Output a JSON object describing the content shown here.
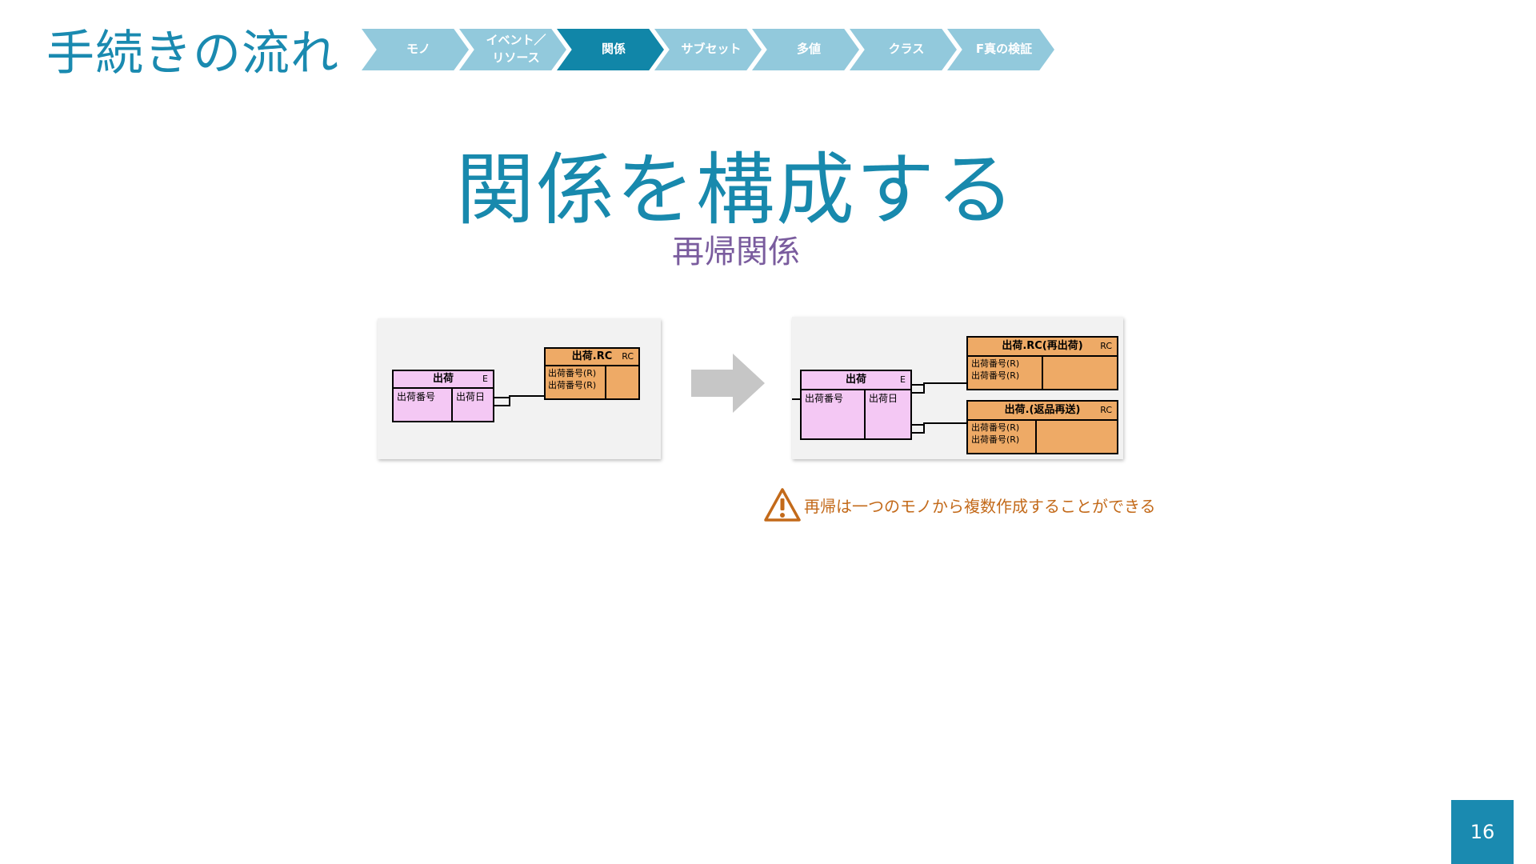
{
  "header": {
    "title": "手続きの流れ"
  },
  "steps": [
    {
      "label": "モノ",
      "active": false
    },
    {
      "label": "イベント／\nリソース",
      "active": false
    },
    {
      "label": "関係",
      "active": true
    },
    {
      "label": "サブセット",
      "active": false
    },
    {
      "label": "多値",
      "active": false
    },
    {
      "label": "クラス",
      "active": false
    },
    {
      "label": "F真の検証",
      "active": false
    }
  ],
  "colors": {
    "step_inactive": "#92c9dc",
    "step_active": "#1186a8",
    "accent": "#1a8ab0"
  },
  "main": {
    "title": "関係を構成する",
    "subtitle": "再帰関係"
  },
  "diagram_before": {
    "entity": {
      "name": "出荷",
      "tag": "E",
      "key": "出荷番号",
      "attr": "出荷日"
    },
    "rc": {
      "name": "出荷.RC",
      "tag": "RC",
      "fields": "出荷番号(R)\n出荷番号(R)"
    }
  },
  "diagram_after": {
    "entity": {
      "name": "出荷",
      "tag": "E",
      "key": "出荷番号",
      "attr": "出荷日"
    },
    "rc1": {
      "name": "出荷.RC(再出荷)",
      "tag": "RC",
      "fields": "出荷番号(R)\n出荷番号(R)"
    },
    "rc2": {
      "name": "出荷.(返品再送)",
      "tag": "RC",
      "fields": "出荷番号(R)\n出荷番号(R)"
    }
  },
  "note": {
    "text": "再帰は一つのモノから複数作成することができる",
    "icon": "warning-icon"
  },
  "footer": {
    "page": "16"
  }
}
